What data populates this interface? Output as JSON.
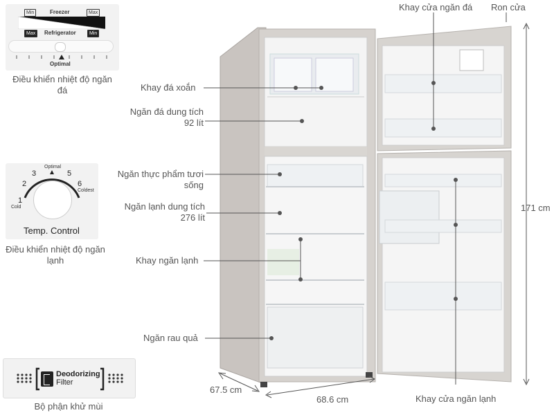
{
  "freezer_control": {
    "min_top": "Min",
    "freezer": "Freezer",
    "max_top": "Max",
    "max_bottom": "Max",
    "refrigerator": "Refrigerator",
    "min_bottom": "Min",
    "optimal": "Optimal",
    "caption": "Điều khiển nhiệt độ ngăn đá"
  },
  "fridge_control": {
    "optimal": "Optimal",
    "n1": "1",
    "n2": "2",
    "n3": "3",
    "n5": "5",
    "n6": "6",
    "cold": "Cold",
    "coldest": "Coldest",
    "temp_control": "Temp. Control",
    "caption": "Điều khiển nhiệt độ ngăn lạnh"
  },
  "deodorizer": {
    "label_line1": "Deodorizing",
    "label_line2": "Filter",
    "caption": "Bộ phận khử mùi"
  },
  "callouts": {
    "ice_door_tray": "Khay cửa ngăn đá",
    "door_gasket": "Ron cửa",
    "twist_ice_tray": "Khay đá xoắn",
    "freezer_capacity": "Ngăn đá dung tích 92 lít",
    "fresh_food": "Ngăn thực phẩm tươi sống",
    "fridge_capacity": "Ngăn lạnh dung tích 276 lít",
    "fridge_shelf": "Khay ngăn lạnh",
    "crisper": "Ngăn rau quả",
    "fridge_door_tray": "Khay cửa ngăn lạnh"
  },
  "dimensions": {
    "height": "171 cm",
    "depth": "67.5 cm",
    "width": "68.6 cm"
  }
}
